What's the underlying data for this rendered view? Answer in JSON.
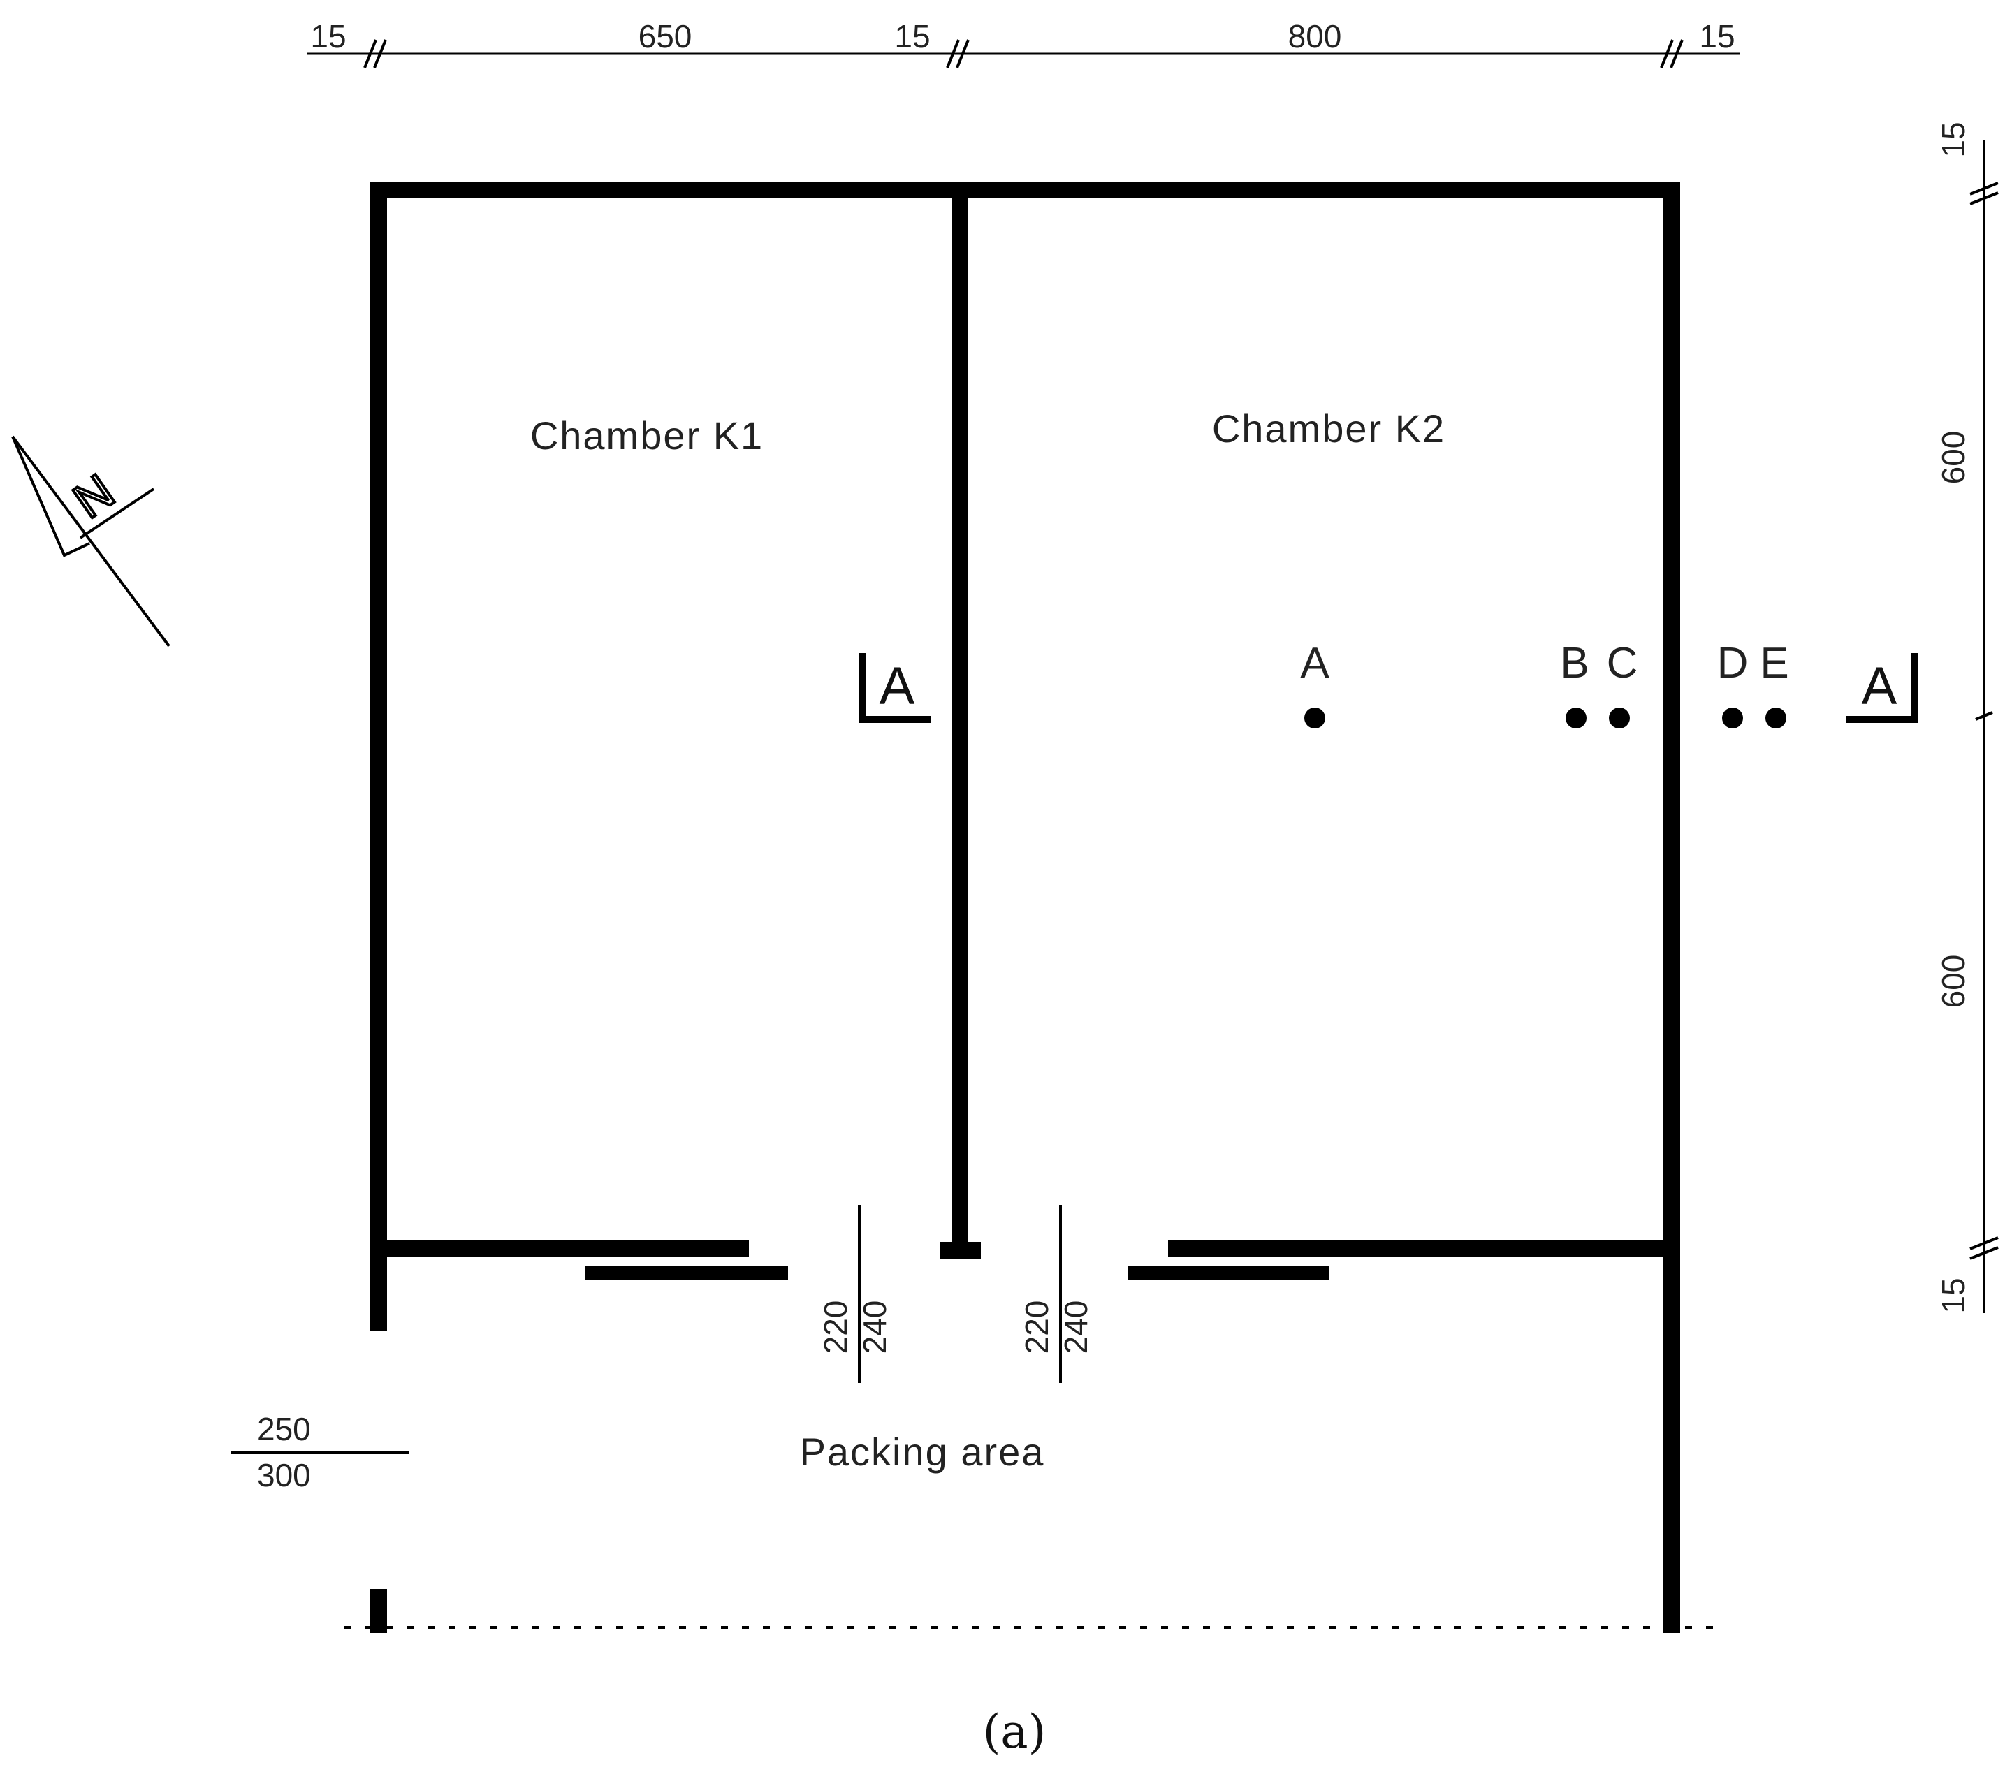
{
  "dimensions": {
    "top": [
      "15",
      "650",
      "15",
      "800",
      "15"
    ],
    "right": [
      "15",
      "600",
      "600",
      "15"
    ],
    "door_left": [
      "220",
      "240"
    ],
    "door_right": [
      "220",
      "240"
    ],
    "height_marker": [
      "250",
      "300"
    ]
  },
  "rooms": {
    "k1": "Chamber K1",
    "k2": "Chamber K2",
    "packing": "Packing area"
  },
  "points": [
    "A",
    "B",
    "C",
    "D",
    "E"
  ],
  "section_marker": "A",
  "north_label": "N",
  "caption": "(a)"
}
